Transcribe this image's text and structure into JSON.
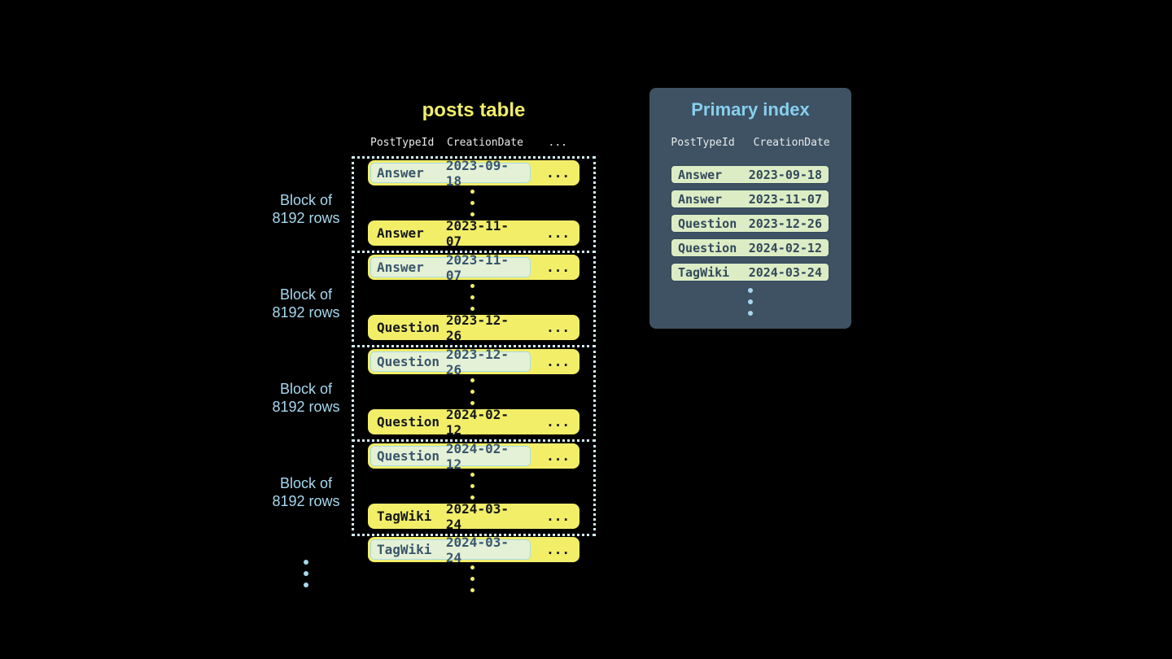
{
  "posts_table": {
    "title": "posts table",
    "header": {
      "post_type_id": "PostTypeId",
      "creation_date": "CreationDate",
      "ellipsis": "..."
    },
    "block_label": {
      "line1": "Block of",
      "line2": "8192 rows"
    },
    "row_ellipsis": "...",
    "blocks": [
      {
        "rows": [
          {
            "post_type_id": "Answer",
            "creation_date": "2023-09-18",
            "highlighted": true
          },
          {
            "post_type_id": "Answer",
            "creation_date": "2023-11-07",
            "highlighted": false
          }
        ]
      },
      {
        "rows": [
          {
            "post_type_id": "Answer",
            "creation_date": "2023-11-07",
            "highlighted": true
          },
          {
            "post_type_id": "Question",
            "creation_date": "2023-12-26",
            "highlighted": false
          }
        ]
      },
      {
        "rows": [
          {
            "post_type_id": "Question",
            "creation_date": "2023-12-26",
            "highlighted": true
          },
          {
            "post_type_id": "Question",
            "creation_date": "2024-02-12",
            "highlighted": false
          }
        ]
      },
      {
        "rows": [
          {
            "post_type_id": "Question",
            "creation_date": "2024-02-12",
            "highlighted": true
          },
          {
            "post_type_id": "TagWiki",
            "creation_date": "2024-03-24",
            "highlighted": false
          }
        ]
      }
    ],
    "overflow_row": {
      "post_type_id": "TagWiki",
      "creation_date": "2024-03-24",
      "highlighted": true
    }
  },
  "primary_index": {
    "title": "Primary index",
    "header": {
      "post_type_id": "PostTypeId",
      "creation_date": "CreationDate"
    },
    "rows": [
      {
        "post_type_id": "Answer",
        "creation_date": "2023-09-18"
      },
      {
        "post_type_id": "Answer",
        "creation_date": "2023-11-07"
      },
      {
        "post_type_id": "Question",
        "creation_date": "2023-12-26"
      },
      {
        "post_type_id": "Question",
        "creation_date": "2024-02-12"
      },
      {
        "post_type_id": "TagWiki",
        "creation_date": "2024-03-24"
      }
    ]
  },
  "colors": {
    "background": "#000000",
    "row_yellow": "#f2ee68",
    "row_text_dark": "#15171a",
    "highlight_pill_bg": "#e4f1d6",
    "highlight_pill_border": "#a8dbec",
    "highlight_pill_text": "#3a566c",
    "index_row_bg": "#dcedc5",
    "index_row_border": "#32495b",
    "index_row_text": "#32495b",
    "panel_bg": "#3e5263",
    "panel_title": "#87cfee",
    "header_text": "#e9ebeb",
    "label_blue": "#a7d8ee",
    "dotted_border": "#d3ecf7",
    "dot_blue": "#a7d8ee",
    "title_yellow": "#f2ee68"
  }
}
